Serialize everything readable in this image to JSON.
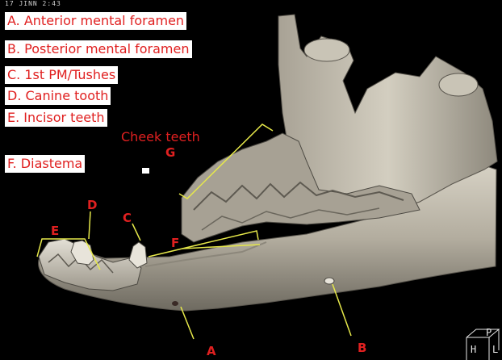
{
  "header": {
    "text": "17 JINN 2:43"
  },
  "legend": [
    {
      "id": "a",
      "text": "A. Anterior mental foramen"
    },
    {
      "id": "b",
      "text": "B. Posterior mental foramen"
    },
    {
      "id": "c",
      "text": "C. 1st PM/Tushes"
    },
    {
      "id": "d",
      "text": "D. Canine tooth"
    },
    {
      "id": "e",
      "text": "E. Incisor teeth"
    },
    {
      "id": "f",
      "text": "F. Diastema"
    }
  ],
  "annotations": {
    "cheek_teeth": "Cheek teeth",
    "a": "A",
    "b": "B",
    "c": "C",
    "d": "D",
    "e": "E",
    "f": "F",
    "g": "G"
  },
  "orientation_cube": {
    "h": "H",
    "p": "P",
    "l": "L"
  },
  "colors": {
    "label_red": "#e02020",
    "pointer_yellow": "#e6e84a",
    "bone": "#b9b3a6",
    "background": "#000000"
  }
}
